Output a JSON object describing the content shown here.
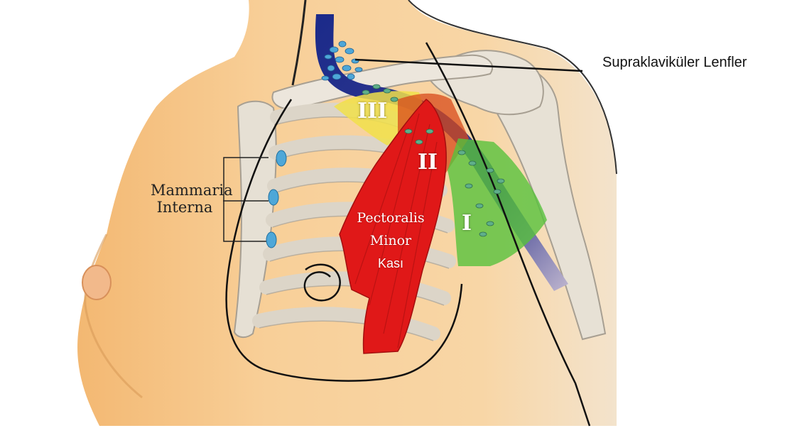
{
  "labels": {
    "supraclavicular": "Supraklaviküler Lenfler",
    "mammaria_line1": "Mammaria",
    "mammaria_line2": "Interna",
    "level_1": "I",
    "level_2": "II",
    "level_3": "III",
    "muscle_line1": "Pectoralis",
    "muscle_line2": "Minor",
    "muscle_line3": "Kası"
  },
  "colors": {
    "skin": "#f6c88e",
    "skin_shadow": "#e9a963",
    "bone": "#e9e3d8",
    "bone_shadow": "#b8b0a3",
    "muscle": "#e01818",
    "level_1_zone": "#58c23c",
    "level_2_zone": "#d84a1a",
    "level_3_zone": "#f1e04a",
    "vessel": "#1f2e8a",
    "lymph_node_blue": "#4ea7d8",
    "lymph_node_green": "#5fae8a",
    "outline": "#111111"
  }
}
